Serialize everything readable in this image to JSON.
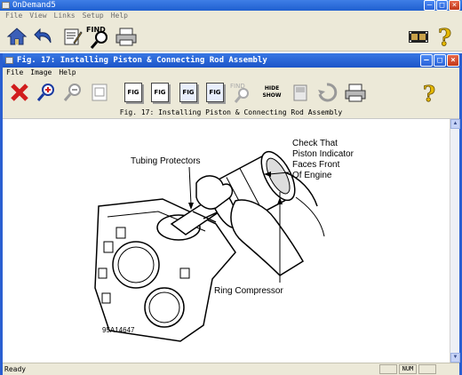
{
  "app": {
    "title": "OnDemand5"
  },
  "outer_menu": [
    "File",
    "View",
    "Links",
    "Setup",
    "Help"
  ],
  "outer_toolbar": {
    "icons": [
      "home-icon",
      "back-arrow-icon",
      "notes-icon",
      "find-icon",
      "print-icon",
      "film-icon",
      "help-icon"
    ],
    "find_label": "FIND"
  },
  "figure_window": {
    "title": "Fig. 17: Installing Piston & Connecting Rod Assembly",
    "menu": [
      "File",
      "Image",
      "Help"
    ],
    "toolbar": {
      "icons": [
        "close-x-icon",
        "zoom-in-icon",
        "zoom-out-icon",
        "fit-icon",
        "fig-icon",
        "fig-zoom-icon",
        "fig-prev-icon",
        "fig-next-icon",
        "find-icon",
        "hide-show-icon",
        "erase-icon",
        "rotate-icon",
        "print-icon",
        "help-icon"
      ],
      "fig_label": "FIG",
      "find_label": "FIND",
      "hide_label": "HIDE",
      "show_label": "SHOW"
    },
    "subtitle": "Fig. 17: Installing Piston & Connecting Rod Assembly",
    "figure": {
      "label_tubing": "Tubing Protectors",
      "label_check_1": "Check That",
      "label_check_2": "Piston Indicator",
      "label_check_3": "Faces Front",
      "label_check_4": "Of Engine",
      "label_ring": "Ring Compressor",
      "figure_id": "95A14647"
    }
  },
  "status": {
    "text": "Ready",
    "num": "NUM"
  },
  "colors": {
    "titlebar": "#2a63d8",
    "chrome": "#ece9d8",
    "close": "#d04a28"
  }
}
